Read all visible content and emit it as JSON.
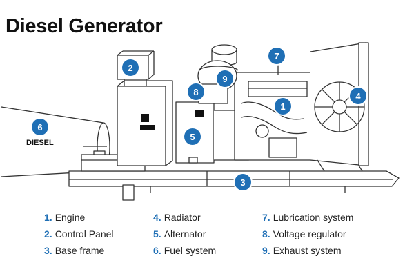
{
  "title": "Diesel Generator",
  "tank_label": "DIESEL",
  "colors": {
    "accent": "#1f6fb5",
    "line": "#333333"
  },
  "badges": [
    "1",
    "2",
    "3",
    "4",
    "5",
    "6",
    "7",
    "8",
    "9"
  ],
  "legend": [
    {
      "num": "1.",
      "label": "Engine"
    },
    {
      "num": "2.",
      "label": "Control Panel"
    },
    {
      "num": "3.",
      "label": "Base frame"
    },
    {
      "num": "4.",
      "label": "Radiator"
    },
    {
      "num": "5.",
      "label": "Alternator"
    },
    {
      "num": "6.",
      "label": "Fuel system"
    },
    {
      "num": "7.",
      "label": "Lubrication system"
    },
    {
      "num": "8.",
      "label": "Voltage regulator"
    },
    {
      "num": "9.",
      "label": "Exhaust system"
    }
  ]
}
